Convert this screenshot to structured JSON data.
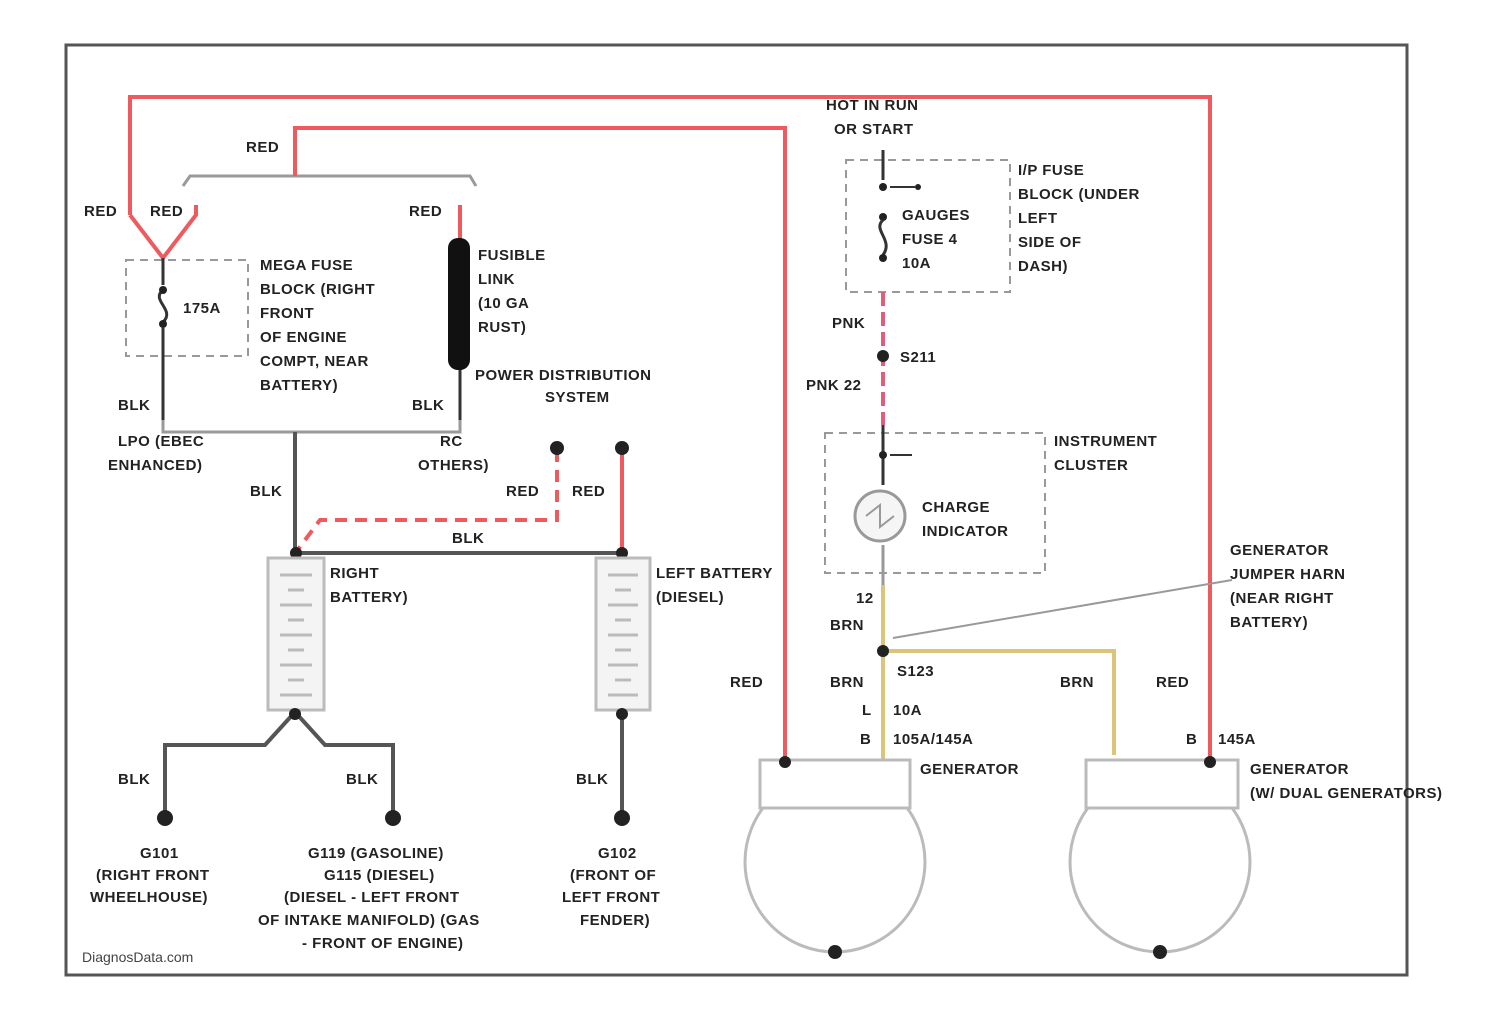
{
  "colors": {
    "red_wire": "#ef5a5f",
    "black_wire": "#555555",
    "gray_wire": "#9a9a9a",
    "brown_wire": "#dcc47a",
    "pink_wire": "#e35d7a",
    "dashed_box": "#999999",
    "frame": "#555555"
  },
  "wires": {
    "red": "RED",
    "blk": "BLK",
    "pnk": "PNK",
    "pnk_22": "PNK 22",
    "brn": "BRN",
    "brn_12": "12",
    "red_1": "RED"
  },
  "labels": {
    "hot_in_run": "HOT IN RUN",
    "or_start": "OR START",
    "ip_fuse_block": [
      "I/P FUSE",
      "BLOCK (UNDER",
      "LEFT",
      "SIDE OF",
      "DASH)"
    ],
    "gauges_fuse": [
      "GAUGES",
      "FUSE 4",
      "10A"
    ],
    "mega_fuse_block": [
      "MEGA FUSE",
      "BLOCK (RIGHT",
      "FRONT",
      "OF ENGINE",
      "COMPT, NEAR",
      "BATTERY)"
    ],
    "mega_fuse_amp": "175A",
    "fusible_link": [
      "FUSIBLE",
      "LINK",
      "(10 GA",
      "RUST)"
    ],
    "power_dist": [
      "POWER DISTRIBUTION",
      "SYSTEM"
    ],
    "splice_s211": "S211",
    "instrument_cluster": [
      "INSTRUMENT",
      "CLUSTER"
    ],
    "charge_indicator": [
      "CHARGE",
      "INDICATOR"
    ],
    "lpo_option": [
      "LPO (EBEC",
      "ENHANCED)"
    ],
    "rc_others": [
      "RC",
      "OTHERS)"
    ],
    "right_battery": [
      "RIGHT",
      "BATTERY)"
    ],
    "left_battery": [
      "LEFT BATTERY",
      "(DIESEL)"
    ],
    "generator_jumper": [
      "GENERATOR",
      "JUMPER HARN",
      "(NEAR RIGHT",
      "BATTERY)"
    ],
    "splice_s123": "S123",
    "term_l": "L",
    "term_l_val": "10A",
    "term_b": "B",
    "term_b_val": "105A/145A",
    "term_b2": "B",
    "term_b2_val": "145A",
    "generator": "GENERATOR",
    "generator_2": [
      "GENERATOR",
      "(W/ DUAL GENERATORS)"
    ],
    "ground_g101": [
      "G101",
      "(RIGHT FRONT",
      "WHEELHOUSE)"
    ],
    "ground_g119": [
      "G119 (GASOLINE)",
      "G115 (DIESEL)",
      "(DIESEL - LEFT FRONT",
      "OF INTAKE MANIFOLD) (GAS",
      "- FRONT OF ENGINE)"
    ],
    "ground_g102": [
      "G102",
      "(FRONT OF",
      "LEFT FRONT",
      "FENDER)"
    ],
    "watermark": "DiagnosData.com"
  }
}
